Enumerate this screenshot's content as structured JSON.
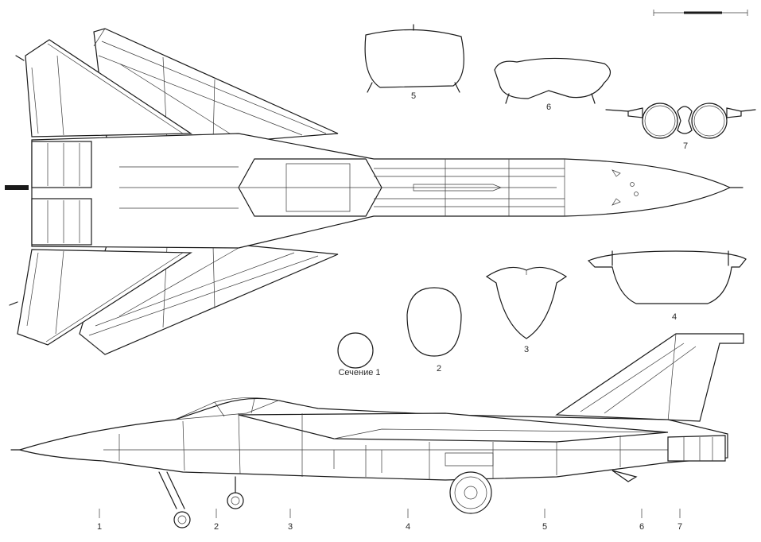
{
  "labels": {
    "section_1": "Сечение 1",
    "section_2": "2",
    "section_3": "3",
    "section_4": "4",
    "section_5": "5",
    "section_6": "6",
    "section_7": "7",
    "station_1": "1",
    "station_2": "2",
    "station_3": "3",
    "station_4": "4",
    "station_5": "5",
    "station_6": "6",
    "station_7": "7"
  }
}
